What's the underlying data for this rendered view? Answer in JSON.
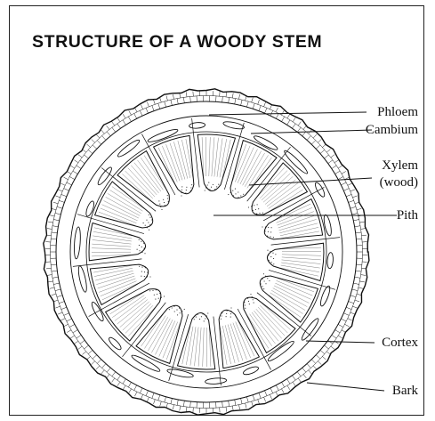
{
  "title": "STRUCTURE OF A WOODY STEM",
  "labels": {
    "phloem": "Phloem",
    "cambium": "Cambium",
    "xylem_line1": "Xylem",
    "xylem_line2": "(wood)",
    "pith": "Pith",
    "cortex": "Cortex",
    "bark": "Bark"
  },
  "colors": {
    "ink": "#111111",
    "background": "#ffffff"
  }
}
